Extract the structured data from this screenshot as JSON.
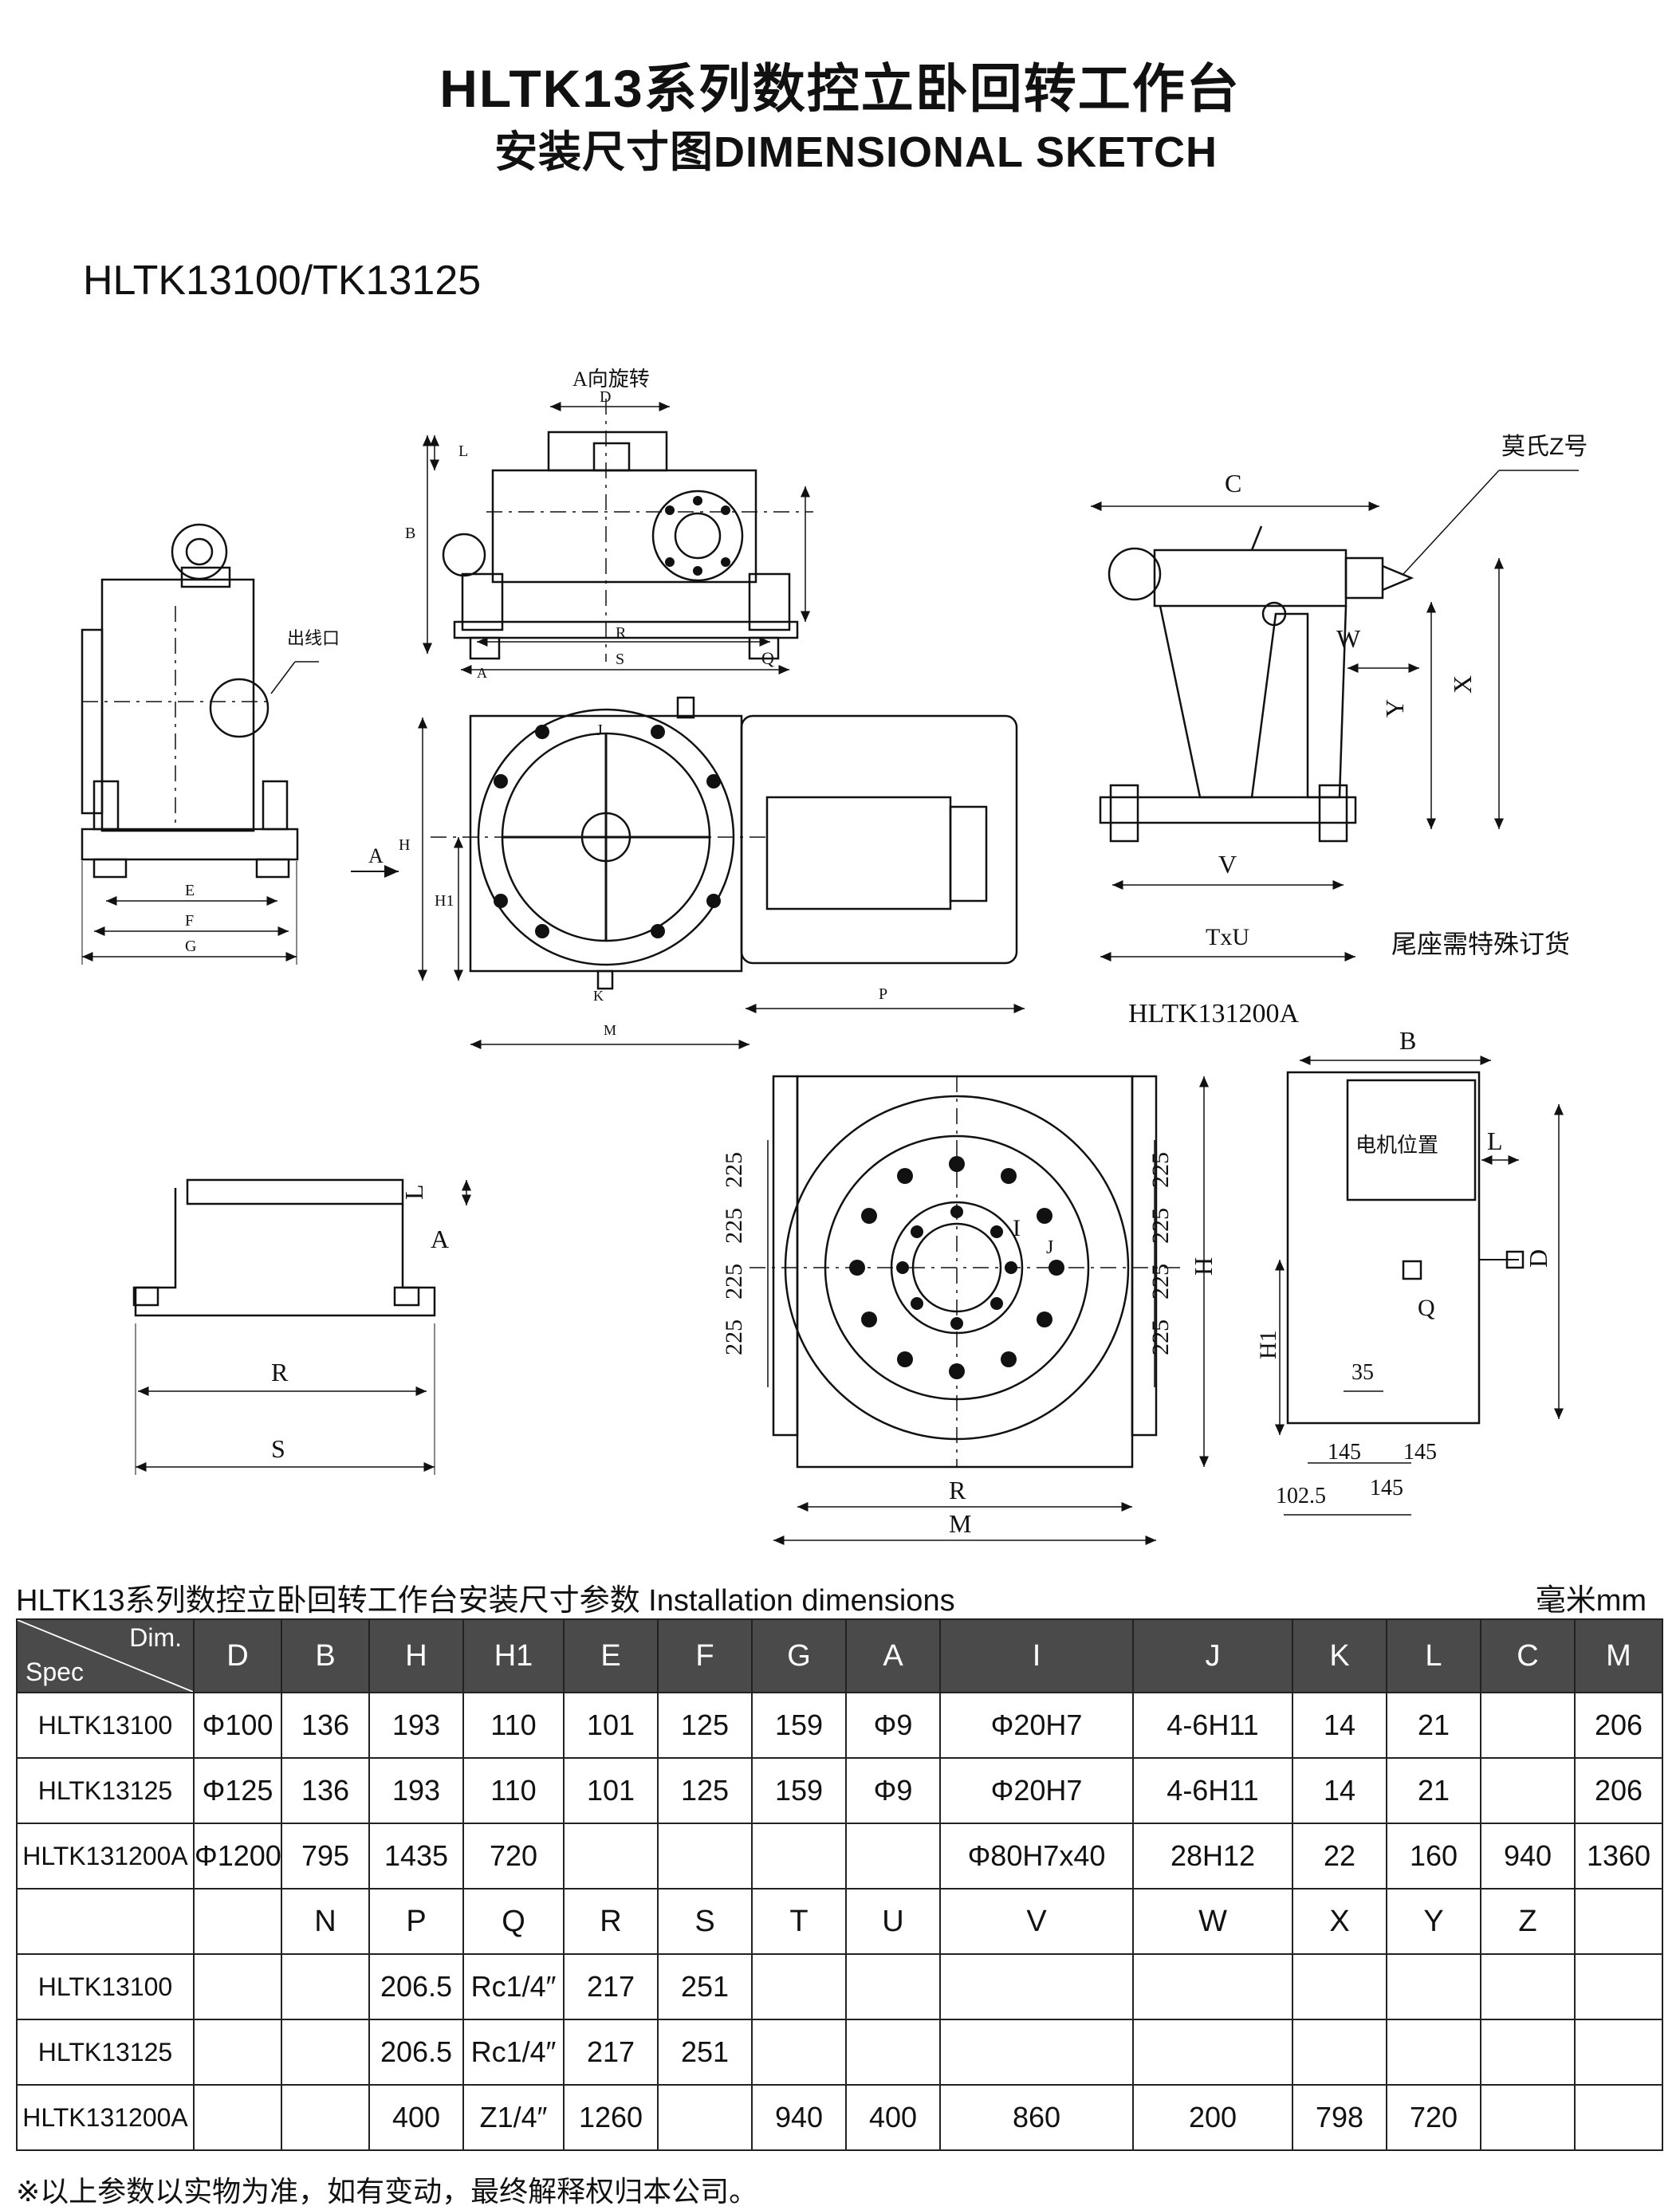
{
  "header": {
    "title": "HLTK13系列数控立卧回转工作台",
    "subtitle": "安装尺寸图DIMENSIONAL SKETCH",
    "model": "HLTK13100/TK13125"
  },
  "drawing_labels": {
    "a_rotation": "A向旋转",
    "cable_outlet": "出线口",
    "morse_taper": "莫氏Z号",
    "tailstock_note": "尾座需特殊订货",
    "model_a": "HLTK131200A",
    "motor_position": "电机位置",
    "letters": {
      "A": "A",
      "B": "B",
      "C": "C",
      "D": "D",
      "E": "E",
      "F": "F",
      "G": "G",
      "H": "H",
      "H1": "H1",
      "I": "I",
      "J": "J",
      "K": "K",
      "L": "L",
      "M": "M",
      "P": "P",
      "Q": "Q",
      "R": "R",
      "S": "S",
      "TxU": "TxU",
      "V": "V",
      "W": "W",
      "X": "X",
      "Y": "Y"
    },
    "dims": {
      "d225": "225",
      "d35": "35",
      "d145": "145",
      "d102_5": "102.5"
    }
  },
  "table": {
    "caption": "HLTK13系列数控立卧回转工作台安装尺寸参数 Installation dimensions",
    "unit": "毫米mm",
    "corner_dim": "Dim.",
    "corner_spec": "Spec",
    "columns1": [
      "D",
      "B",
      "H",
      "H1",
      "E",
      "F",
      "G",
      "A",
      "I",
      "J",
      "K",
      "L",
      "C",
      "M"
    ],
    "rows1": [
      [
        "HLTK13100",
        "Φ100",
        "136",
        "193",
        "110",
        "101",
        "125",
        "159",
        "Φ9",
        "Φ20H7",
        "4-6H11",
        "14",
        "21",
        "",
        "206"
      ],
      [
        "HLTK13125",
        "Φ125",
        "136",
        "193",
        "110",
        "101",
        "125",
        "159",
        "Φ9",
        "Φ20H7",
        "4-6H11",
        "14",
        "21",
        "",
        "206"
      ],
      [
        "HLTK131200A",
        "Φ1200",
        "795",
        "1435",
        "720",
        "",
        "",
        "",
        "",
        "Φ80H7x40",
        "28H12",
        "22",
        "160",
        "940",
        "1360"
      ]
    ],
    "columns2": [
      "",
      "",
      "N",
      "P",
      "Q",
      "R",
      "S",
      "T",
      "U",
      "V",
      "W",
      "X",
      "Y",
      "Z",
      ""
    ],
    "rows2": [
      [
        "HLTK13100",
        "",
        "",
        "206.5",
        "Rc1/4″",
        "217",
        "251",
        "",
        "",
        "",
        "",
        "",
        "",
        "",
        ""
      ],
      [
        "HLTK13125",
        "",
        "",
        "206.5",
        "Rc1/4″",
        "217",
        "251",
        "",
        "",
        "",
        "",
        "",
        "",
        "",
        ""
      ],
      [
        "HLTK131200A",
        "",
        "",
        "400",
        "Z1/4″",
        "1260",
        "",
        "940",
        "400",
        "860",
        "200",
        "798",
        "720",
        "",
        ""
      ]
    ]
  },
  "footnote": "※以上参数以实物为准，如有变动，最终解释权归本公司。"
}
